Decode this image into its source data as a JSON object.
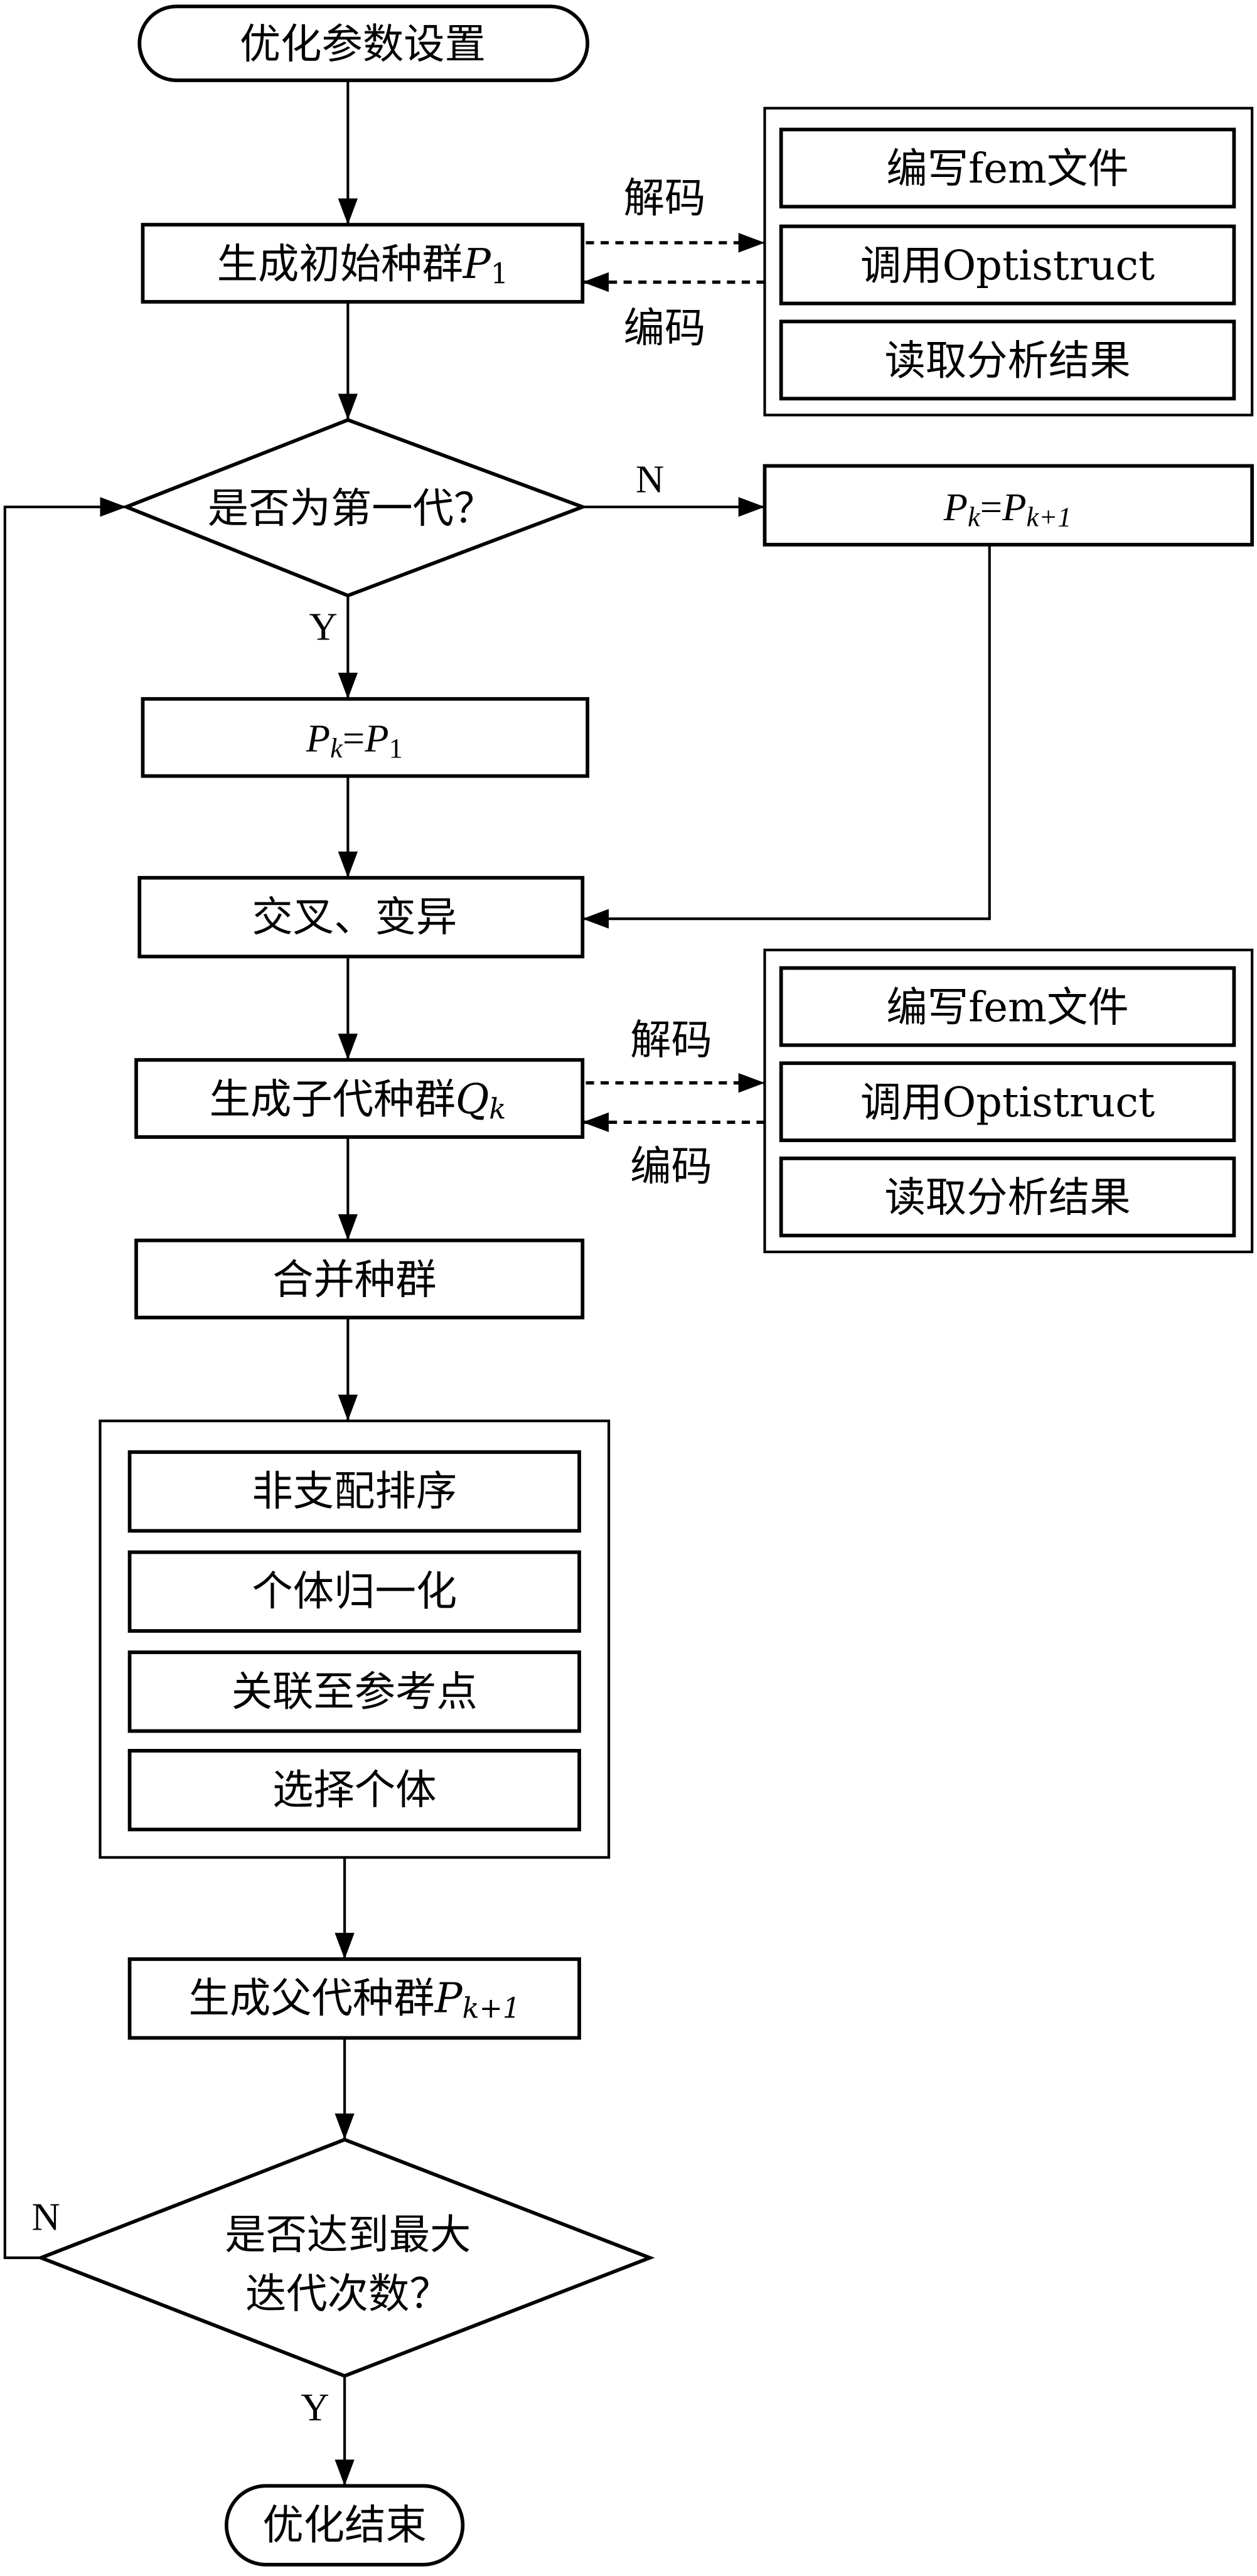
{
  "diagram": {
    "type": "flowchart",
    "start": "优化参数设置",
    "init_population": {
      "text": "生成初始种群",
      "var": "P",
      "sub": "1"
    },
    "fem_group_1": [
      "编写fem文件",
      "调用Optistruct",
      "读取分析结果"
    ],
    "fem_group_2": [
      "编写fem文件",
      "调用Optistruct",
      "读取分析结果"
    ],
    "decode_label": "解码",
    "encode_label": "编码",
    "decision_first_gen": "是否为第一代？",
    "yes": "Y",
    "no": "N",
    "assign_next": {
      "lhs": "P",
      "lhs_sub": "k",
      "eq": "=",
      "rhs": "P",
      "rhs_sub": "k+1"
    },
    "assign_first": {
      "lhs": "P",
      "lhs_sub": "k",
      "eq": "=",
      "rhs": "P",
      "rhs_sub": "1"
    },
    "crossover_mutation": "交叉、变异",
    "offspring": {
      "text": "生成子代种群",
      "var": "Q",
      "sub": "k"
    },
    "merge": "合并种群",
    "selection_steps": [
      "非支配排序",
      "个体归一化",
      "关联至参考点",
      "选择个体"
    ],
    "parent": {
      "text": "生成父代种群",
      "var": "P",
      "sub": "k+1"
    },
    "decision_max_iter_line1": "是否达到最大",
    "decision_max_iter_line2": "迭代次数？",
    "end": "优化结束"
  }
}
